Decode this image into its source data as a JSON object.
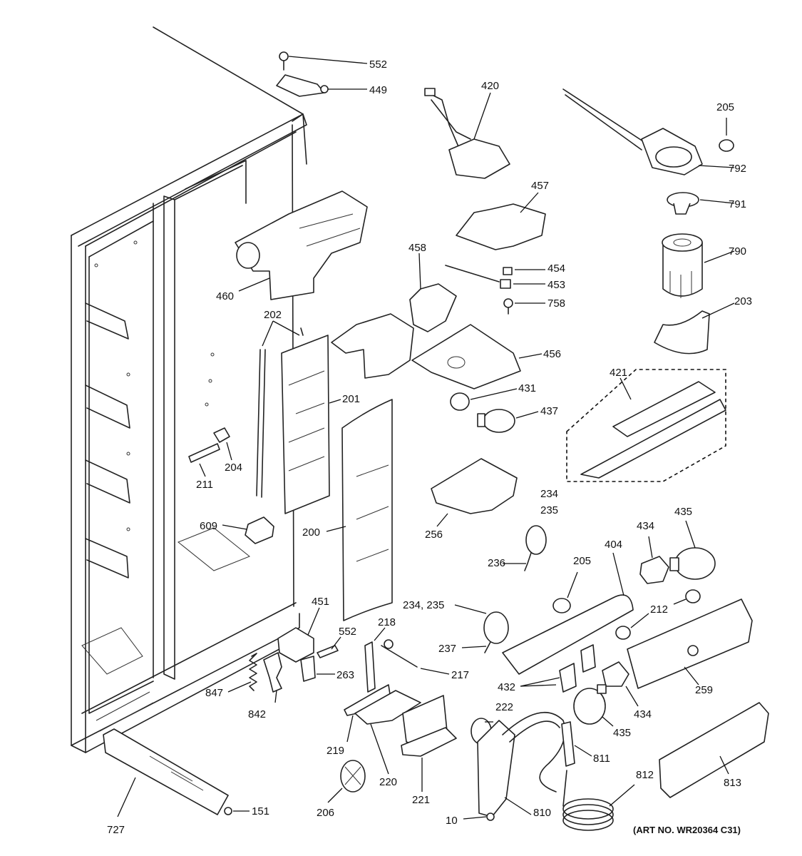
{
  "callouts": [
    {
      "id": "c-552a",
      "text": "552"
    },
    {
      "id": "c-449",
      "text": "449"
    },
    {
      "id": "c-420",
      "text": "420"
    },
    {
      "id": "c-205a",
      "text": "205"
    },
    {
      "id": "c-792",
      "text": "792"
    },
    {
      "id": "c-791",
      "text": "791"
    },
    {
      "id": "c-790",
      "text": "790"
    },
    {
      "id": "c-457",
      "text": "457"
    },
    {
      "id": "c-458",
      "text": "458"
    },
    {
      "id": "c-454",
      "text": "454"
    },
    {
      "id": "c-453",
      "text": "453"
    },
    {
      "id": "c-758",
      "text": "758"
    },
    {
      "id": "c-203",
      "text": "203"
    },
    {
      "id": "c-460",
      "text": "460"
    },
    {
      "id": "c-202",
      "text": "202"
    },
    {
      "id": "c-456",
      "text": "456"
    },
    {
      "id": "c-421",
      "text": "421"
    },
    {
      "id": "c-201",
      "text": "201"
    },
    {
      "id": "c-431",
      "text": "431"
    },
    {
      "id": "c-437",
      "text": "437"
    },
    {
      "id": "c-211",
      "text": "211"
    },
    {
      "id": "c-204",
      "text": "204"
    },
    {
      "id": "c-234a",
      "text": "234"
    },
    {
      "id": "c-235a",
      "text": "235"
    },
    {
      "id": "c-256",
      "text": "256"
    },
    {
      "id": "c-609",
      "text": "609"
    },
    {
      "id": "c-200",
      "text": "200"
    },
    {
      "id": "c-435a",
      "text": "435"
    },
    {
      "id": "c-434a",
      "text": "434"
    },
    {
      "id": "c-404",
      "text": "404"
    },
    {
      "id": "c-205b",
      "text": "205"
    },
    {
      "id": "c-236",
      "text": "236"
    },
    {
      "id": "c-212",
      "text": "212"
    },
    {
      "id": "c-451",
      "text": "451"
    },
    {
      "id": "c-234-235",
      "text": "234, 235"
    },
    {
      "id": "c-552b",
      "text": "552"
    },
    {
      "id": "c-218",
      "text": "218"
    },
    {
      "id": "c-237",
      "text": "237"
    },
    {
      "id": "c-263",
      "text": "263"
    },
    {
      "id": "c-217",
      "text": "217"
    },
    {
      "id": "c-847",
      "text": "847"
    },
    {
      "id": "c-842",
      "text": "842"
    },
    {
      "id": "c-432",
      "text": "432"
    },
    {
      "id": "c-434b",
      "text": "434"
    },
    {
      "id": "c-259",
      "text": "259"
    },
    {
      "id": "c-222",
      "text": "222"
    },
    {
      "id": "c-435b",
      "text": "435"
    },
    {
      "id": "c-811",
      "text": "811"
    },
    {
      "id": "c-219",
      "text": "219"
    },
    {
      "id": "c-220",
      "text": "220"
    },
    {
      "id": "c-812",
      "text": "812"
    },
    {
      "id": "c-813",
      "text": "813"
    },
    {
      "id": "c-727",
      "text": "727"
    },
    {
      "id": "c-151",
      "text": "151"
    },
    {
      "id": "c-206",
      "text": "206"
    },
    {
      "id": "c-221",
      "text": "221"
    },
    {
      "id": "c-810",
      "text": "810"
    },
    {
      "id": "c-10",
      "text": "10"
    }
  ],
  "art_number": "(ART NO. WR20364 C31)"
}
